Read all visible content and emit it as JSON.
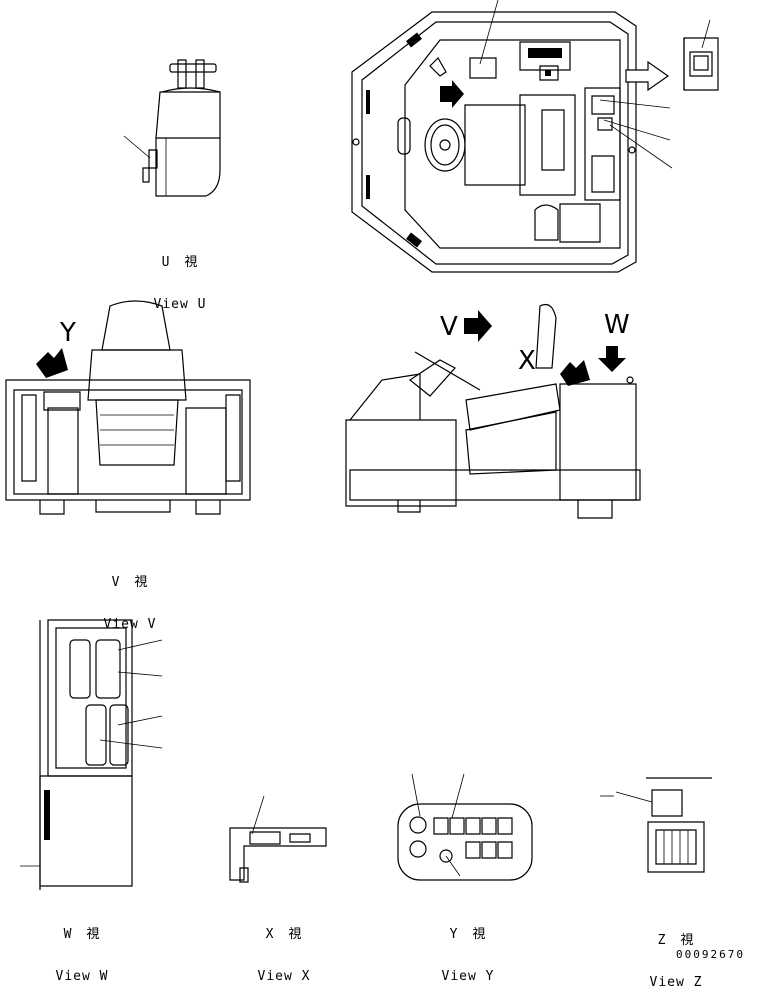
{
  "views": {
    "u": {
      "jp": "U　視",
      "en": "View U"
    },
    "v": {
      "jp": "V　視",
      "en": "View V"
    },
    "w": {
      "jp": "W　視",
      "en": "View W"
    },
    "x": {
      "jp": "X　視",
      "en": "View X"
    },
    "y": {
      "jp": "Y　視",
      "en": "View Y"
    },
    "z": {
      "jp": "Z　視",
      "en": "View Z"
    }
  },
  "markers": {
    "y": "Y",
    "v": "V",
    "w": "W",
    "x": "X"
  },
  "drawing_code": "00092670"
}
